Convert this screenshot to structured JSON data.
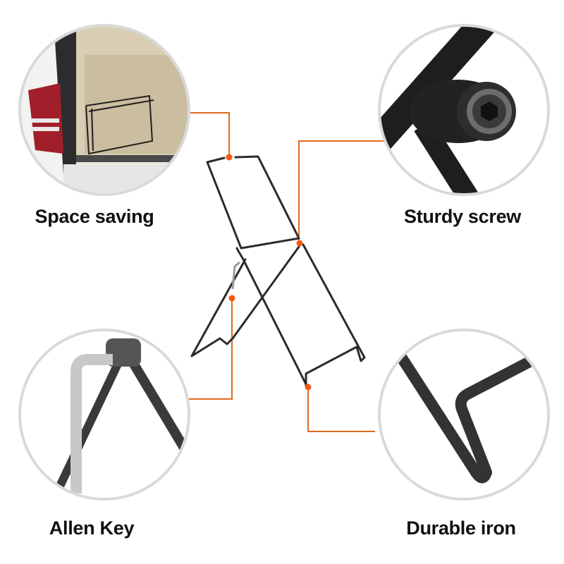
{
  "features": [
    {
      "id": "space-saving",
      "label": "Space saving",
      "image": "car-trunk-with-folded-stand"
    },
    {
      "id": "sturdy-screw",
      "label": "Sturdy screw",
      "image": "hex-socket-screw-closeup"
    },
    {
      "id": "allen-key",
      "label": "Allen Key",
      "image": "allen-key-in-joint"
    },
    {
      "id": "durable-iron",
      "label": "Durable iron",
      "image": "bent-iron-rod-foot"
    }
  ],
  "colors": {
    "connector": "#e36a1e",
    "circle_border": "#d9d9d9",
    "wire": "#2a2a2a",
    "label": "#111111"
  }
}
